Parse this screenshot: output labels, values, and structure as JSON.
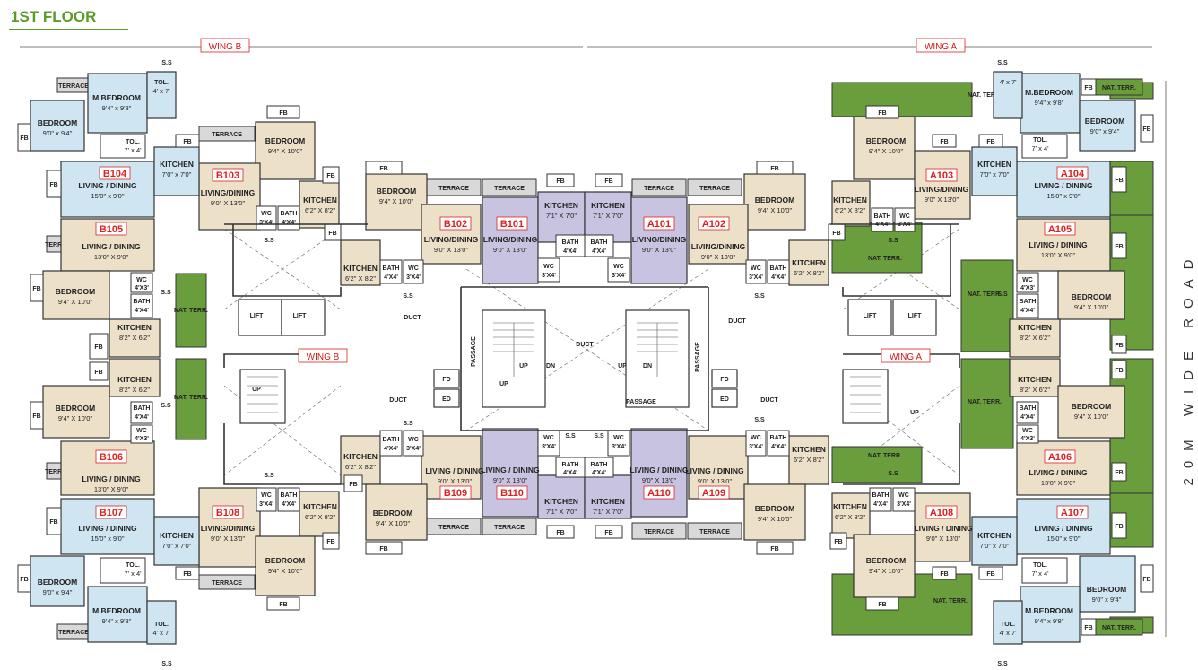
{
  "title": "1ST FLOOR",
  "road_label": "20M WIDE ROAD",
  "wings": {
    "top_left": "WING B",
    "top_right": "WING A",
    "mid_left": "WING B",
    "mid_right": "WING A"
  },
  "colors": {
    "bedroom": "#ede0c8",
    "living": "#cfe6f2",
    "kitchen": "#ede0c8",
    "core_flat": "#c8c3e0",
    "terrace": "#d9d9d9",
    "green_terrace": "#6a9e3c",
    "tag": "#e02020",
    "title": "#5a9c2a"
  },
  "units": [
    "B104",
    "B103",
    "B102",
    "B101",
    "A101",
    "A102",
    "A103",
    "A104",
    "B105",
    "A105",
    "B106",
    "A106",
    "B107",
    "B108",
    "B109",
    "B110",
    "A110",
    "A109",
    "A108",
    "A107"
  ],
  "labels": {
    "fb": "FB",
    "terrace": "TERRACE",
    "nat_terr": "NAT. TERR.",
    "ss": "S.S",
    "passage": "PASSAGE",
    "duct": "DUCT",
    "lift": "LIFT",
    "up": "UP",
    "dn": "DN",
    "fd": "FD",
    "ed": "ED",
    "bedroom": "BEDROOM",
    "m_bedroom": "M.BEDROOM",
    "living_dining": "LIVING / DINING",
    "living_dining_b": "LIVING/DINING",
    "kitchen": "KITCHEN",
    "bath": "BATH",
    "wc": "WC",
    "tol": "TOL."
  },
  "dims": {
    "bed_94_100": "9'4\" X 10'0\"",
    "bed_90_94": "9'0\" x 9'4\"",
    "mbed_94_98": "9'4\" x 9'8\"",
    "liv_90_130": "9'0\" X 13'0\"",
    "liv_150_90": "15'0\" x 9'0\"",
    "liv_130_90": "13'0\" X 9'0\"",
    "kit_62_82": "6'2\" X 8'2\"",
    "kit_82_62": "8'2\" X 6'2\"",
    "kit_70_70": "7'0\" x 7'0\"",
    "kit_71_70": "7'1\" X 7'0\"",
    "bath_44": "4'X4'",
    "wc_34": "3'X4'",
    "wc_43": "4'X3'",
    "tol_47": "4' x 7'",
    "tol_74": "7' x 4'"
  }
}
